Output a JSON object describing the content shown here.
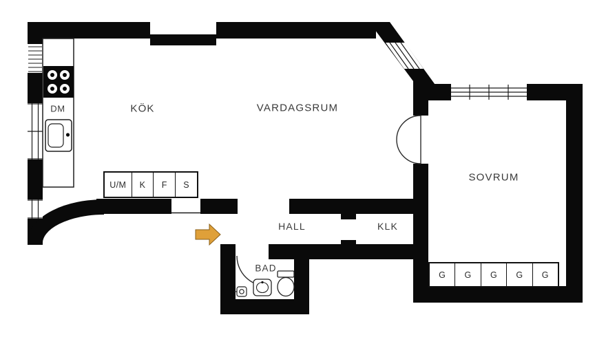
{
  "rooms": {
    "kitchen": "KÖK",
    "living": "VARDAGSRUM",
    "bedroom": "SOVRUM",
    "hall": "HALL",
    "closet": "KLK",
    "bathroom": "BAD"
  },
  "appliances": {
    "dishwasher": "DM",
    "row": [
      "U/M",
      "K",
      "F",
      "S"
    ]
  },
  "wardrobes": [
    "G",
    "G",
    "G",
    "G",
    "G"
  ],
  "colors": {
    "wall": "#0a0a0a",
    "floor": "#ffffff",
    "entrance_arrow": "#dfa039",
    "label_text": "#3a3a3a"
  }
}
